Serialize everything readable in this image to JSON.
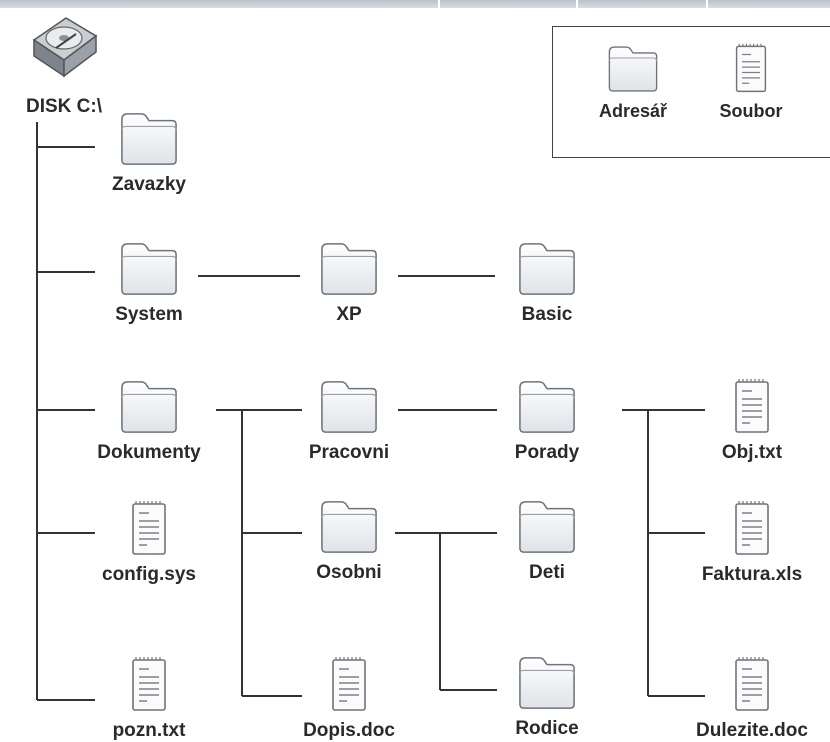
{
  "root": {
    "label": "DISK C:\\",
    "icon": "hard-disk-icon"
  },
  "legend": {
    "folder_label": "Adresář",
    "file_label": "Soubor"
  },
  "nodes": {
    "zavazky": "Zavazky",
    "system": "System",
    "xp": "XP",
    "basic": "Basic",
    "dokumenty": "Dokumenty",
    "pracovni": "Pracovni",
    "porady": "Porady",
    "obj_txt": "Obj.txt",
    "osobni": "Osobni",
    "deti": "Deti",
    "faktura_xls": "Faktura.xls",
    "config_sys": "config.sys",
    "pozn_txt": "pozn.txt",
    "dopis_doc": "Dopis.doc",
    "rodice": "Rodice",
    "dulezite_doc": "Dulezite.doc"
  },
  "colors": {
    "line": "#333333",
    "folder_fill": "#f4f6f8",
    "folder_stroke": "#6f747a",
    "text": "#2a2a2a"
  }
}
